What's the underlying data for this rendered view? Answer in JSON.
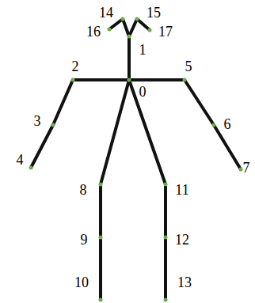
{
  "diagram": {
    "labels": [
      "14",
      "15",
      "16",
      "17",
      "1",
      "2",
      "5",
      "0",
      "3",
      "6",
      "4",
      "7",
      "8",
      "11",
      "9",
      "12",
      "10",
      "13"
    ]
  }
}
